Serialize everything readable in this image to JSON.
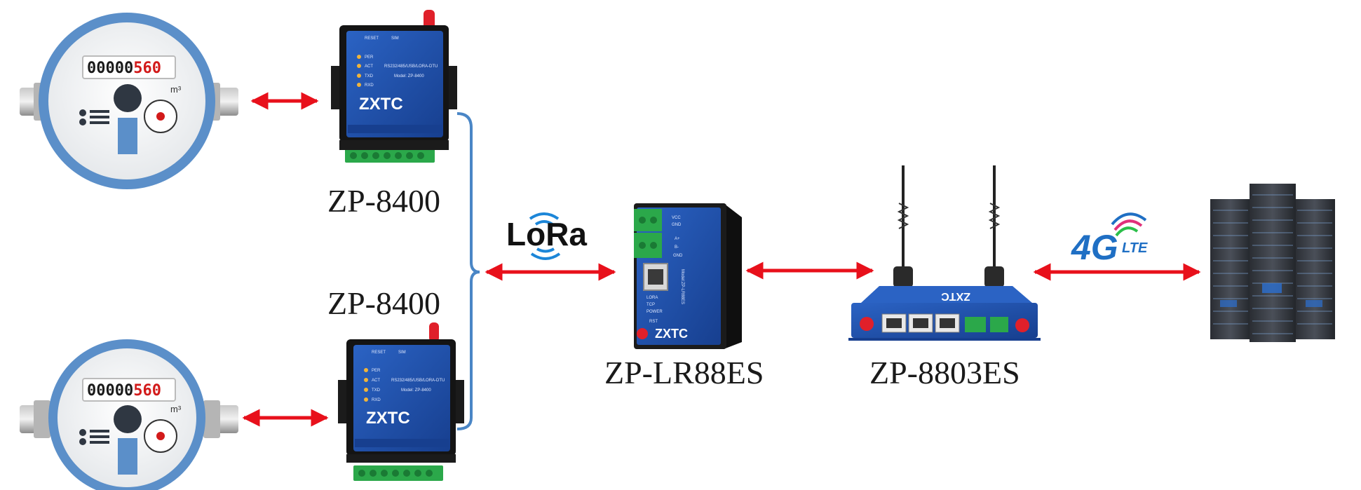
{
  "devices": {
    "dtu_top": {
      "label": "ZP-8400",
      "brand": "ZXTC",
      "leds": [
        "PER",
        "ACT",
        "TXD",
        "RXD"
      ],
      "header": [
        "RESET",
        "SIM"
      ],
      "desc": "RS232/485/USB/LORA-DTU",
      "model": "Model: ZP-8400"
    },
    "dtu_bottom": {
      "label": "ZP-8400",
      "brand": "ZXTC",
      "leds": [
        "PER",
        "ACT",
        "TXD",
        "RXD"
      ],
      "header": [
        "RESET",
        "SIM"
      ],
      "desc": "RS232/485/USB/LORA-DTU",
      "model": "Model: ZP-8400"
    },
    "gateway": {
      "label": "ZP-LR88ES",
      "brand": "ZXTC",
      "pins": [
        "VCC",
        "GND",
        "A+",
        "B-",
        "GND"
      ],
      "leds": [
        "LORA",
        "TCP",
        "POWER"
      ],
      "button": "RST",
      "model": "Model:ZP-LR88ES"
    },
    "router": {
      "label": "ZP-8803ES",
      "brand": "ZXTC"
    }
  },
  "meters": {
    "top": {
      "reading_black": "00000",
      "reading_red": "560",
      "unit": "m³"
    },
    "bottom": {
      "reading_black": "00000",
      "reading_red": "560",
      "unit": "m³"
    }
  },
  "logos": {
    "lora": "LoRa",
    "lte_big": "4G",
    "lte_small": "LTE"
  },
  "colors": {
    "arrow": "#e8101b",
    "bracket": "#4a86c6",
    "device_blue": "#1f4fa8",
    "meter_ring": "#5b8fc9",
    "lte_blue": "#1f6fc4",
    "lte_green": "#2bbf4a",
    "lte_pink": "#e0307a"
  }
}
